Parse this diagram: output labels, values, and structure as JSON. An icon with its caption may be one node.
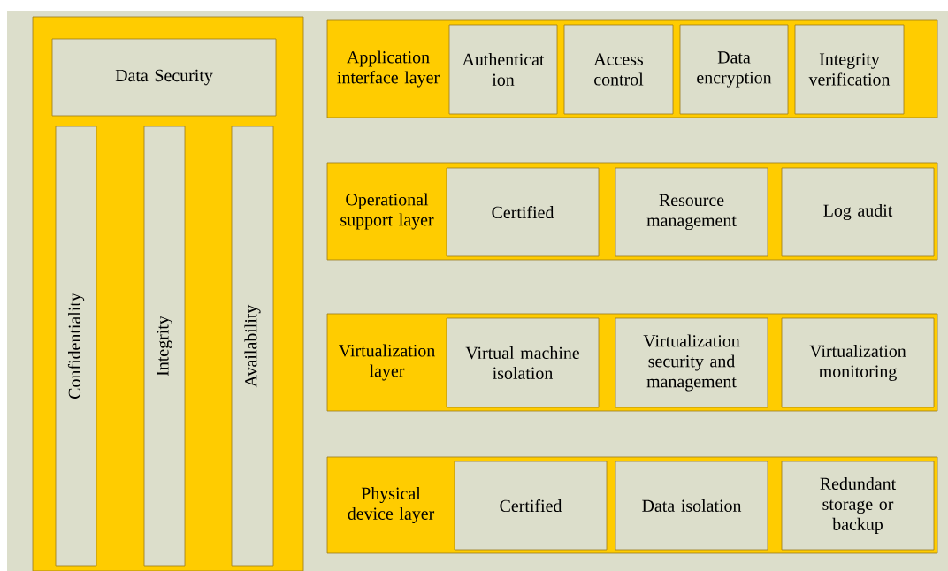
{
  "diagram": {
    "nodes": [
      {
        "text": [],
        "shape": "box"
      },
      {
        "text": [
          "Data Security"
        ],
        "in": 0
      },
      {
        "text": [
          "Confidentiality"
        ],
        "in": 0
      },
      {
        "text": [
          "Integrity"
        ],
        "in": 0
      },
      {
        "text": [
          "Availability"
        ],
        "in": 0
      },
      {
        "text": [
          "Application interface layer"
        ]
      },
      {
        "text": [
          "Authenticat ion"
        ],
        "in": 5
      },
      {
        "text": [
          "Access control"
        ],
        "in": 5
      },
      {
        "text": [
          "Data encryption"
        ],
        "in": 5
      },
      {
        "text": [
          "Integrity verification"
        ],
        "in": 5
      },
      {
        "text": [
          "Operational support layer"
        ]
      },
      {
        "text": [
          "Certified"
        ],
        "in": 10
      },
      {
        "text": [
          "Resource management"
        ],
        "in": 10
      },
      {
        "text": [
          "Log audit"
        ],
        "in": 10
      },
      {
        "text": [
          "Virtualization layer"
        ]
      },
      {
        "text": [
          "Virtual machine isolation"
        ],
        "in": 14
      },
      {
        "text": [
          "Virtualization security and management"
        ],
        "in": 14
      },
      {
        "text": [
          "Virtualization monitoring"
        ],
        "in": 14
      },
      {
        "text": [
          "Physical device layer"
        ]
      },
      {
        "text": [
          "Certified"
        ],
        "in": 18
      },
      {
        "text": [
          "Data isolation"
        ],
        "in": 18
      },
      {
        "text": [
          "Redundant storage or backup"
        ],
        "in": 18
      }
    ]
  }
}
